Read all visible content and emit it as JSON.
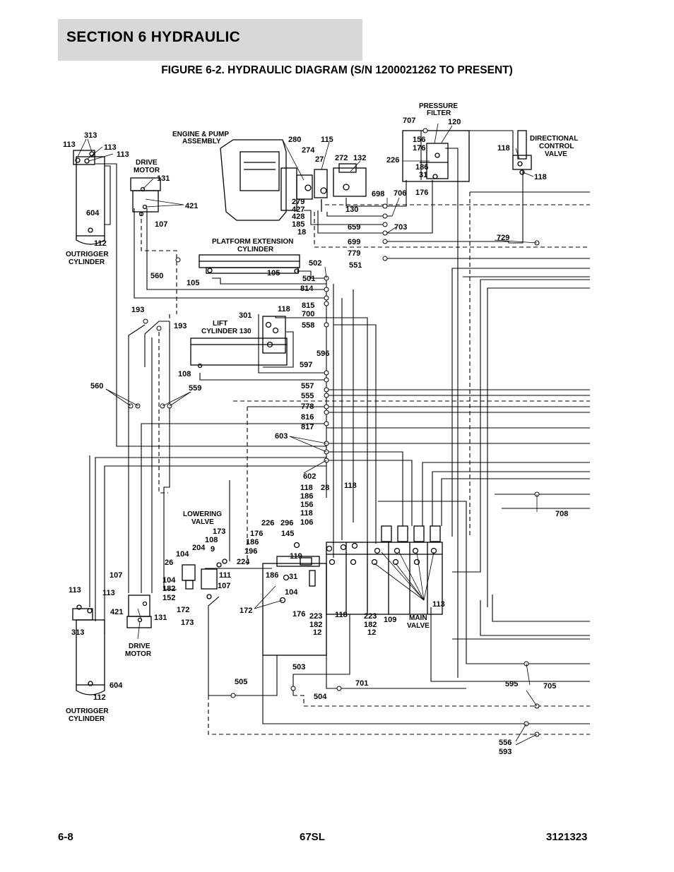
{
  "section_header": "SECTION 6   HYDRAULIC",
  "figure_title": "FIGURE 6-2. HYDRAULIC DIAGRAM (S/N 1200021262 TO PRESENT)",
  "footer": {
    "page": "6-8",
    "model": "67SL",
    "doc_number": "3121323"
  },
  "components": {
    "engine_pump": [
      "ENGINE & PUMP",
      "ASSEMBLY"
    ],
    "pressure_filter": [
      "PRESSURE",
      "FILTER"
    ],
    "directional_valve": [
      "DIRECTIONAL",
      "CONTROL",
      "VALVE"
    ],
    "drive_motor_top": [
      "DRIVE",
      "MOTOR"
    ],
    "drive_motor_bottom": [
      "DRIVE",
      "MOTOR"
    ],
    "outrigger_top": [
      "OUTRIGGER",
      "CYLINDER"
    ],
    "outrigger_bottom": [
      "OUTRIGGER",
      "CYLINDER"
    ],
    "platform_extension": [
      "PLATFORM EXTENSION",
      "CYLINDER"
    ],
    "lift_cylinder": [
      "LIFT",
      "CYLINDER 130"
    ],
    "lowering_valve": [
      "LOWERING",
      "VALVE"
    ],
    "main_valve": [
      "MAIN",
      "VALVE"
    ]
  },
  "labels": [
    {
      "id": "L1",
      "text": "313"
    },
    {
      "id": "L2",
      "text": "113"
    },
    {
      "id": "L3",
      "text": "113"
    },
    {
      "id": "L4",
      "text": "113"
    },
    {
      "id": "L5",
      "text": "131"
    },
    {
      "id": "L6",
      "text": "421"
    },
    {
      "id": "L7",
      "text": "107"
    },
    {
      "id": "L8",
      "text": "604"
    },
    {
      "id": "L9",
      "text": "112"
    },
    {
      "id": "L10",
      "text": "280"
    },
    {
      "id": "L11",
      "text": "115"
    },
    {
      "id": "L12",
      "text": "274"
    },
    {
      "id": "L13",
      "text": "27"
    },
    {
      "id": "L14",
      "text": "272"
    },
    {
      "id": "L15",
      "text": "132"
    },
    {
      "id": "L16",
      "text": "707"
    },
    {
      "id": "L17",
      "text": "120"
    },
    {
      "id": "L18",
      "text": "156"
    },
    {
      "id": "L19",
      "text": "176"
    },
    {
      "id": "L20",
      "text": "226"
    },
    {
      "id": "L21",
      "text": "186"
    },
    {
      "id": "L22",
      "text": "31"
    },
    {
      "id": "L23",
      "text": "176"
    },
    {
      "id": "L24",
      "text": "118"
    },
    {
      "id": "L25",
      "text": "118"
    },
    {
      "id": "L26",
      "text": "698"
    },
    {
      "id": "L27",
      "text": "706"
    },
    {
      "id": "L28",
      "text": "279"
    },
    {
      "id": "L29",
      "text": "427"
    },
    {
      "id": "L30",
      "text": "428"
    },
    {
      "id": "L31",
      "text": "185"
    },
    {
      "id": "L32",
      "text": "18"
    },
    {
      "id": "L33",
      "text": "130"
    },
    {
      "id": "L34",
      "text": "659"
    },
    {
      "id": "L35",
      "text": "703"
    },
    {
      "id": "L36",
      "text": "699"
    },
    {
      "id": "L37",
      "text": "729"
    },
    {
      "id": "L38",
      "text": "779"
    },
    {
      "id": "L39",
      "text": "551"
    },
    {
      "id": "L40",
      "text": "502"
    },
    {
      "id": "L41",
      "text": "501"
    },
    {
      "id": "L42",
      "text": "814"
    },
    {
      "id": "L43",
      "text": "560"
    },
    {
      "id": "L44",
      "text": "105"
    },
    {
      "id": "L45",
      "text": "105"
    },
    {
      "id": "L46",
      "text": "815"
    },
    {
      "id": "L47",
      "text": "700"
    },
    {
      "id": "L48",
      "text": "558"
    },
    {
      "id": "L49",
      "text": "301"
    },
    {
      "id": "L50",
      "text": "118"
    },
    {
      "id": "L51",
      "text": "193"
    },
    {
      "id": "L52",
      "text": "193"
    },
    {
      "id": "L53",
      "text": "596"
    },
    {
      "id": "L54",
      "text": "597"
    },
    {
      "id": "L55",
      "text": "108"
    },
    {
      "id": "L56",
      "text": "557"
    },
    {
      "id": "L57",
      "text": "555"
    },
    {
      "id": "L58",
      "text": "778"
    },
    {
      "id": "L59",
      "text": "816"
    },
    {
      "id": "L60",
      "text": "817"
    },
    {
      "id": "L61",
      "text": "560"
    },
    {
      "id": "L62",
      "text": "559"
    },
    {
      "id": "L63",
      "text": "603"
    },
    {
      "id": "L64",
      "text": "602"
    },
    {
      "id": "L65",
      "text": "118"
    },
    {
      "id": "L66",
      "text": "28"
    },
    {
      "id": "L67",
      "text": "118"
    },
    {
      "id": "L68",
      "text": "186"
    },
    {
      "id": "L69",
      "text": "156"
    },
    {
      "id": "L70",
      "text": "118"
    },
    {
      "id": "L71",
      "text": "106"
    },
    {
      "id": "L72",
      "text": "708"
    },
    {
      "id": "L73",
      "text": "173"
    },
    {
      "id": "L74",
      "text": "108"
    },
    {
      "id": "L75",
      "text": "9"
    },
    {
      "id": "L76",
      "text": "204"
    },
    {
      "id": "L77",
      "text": "104"
    },
    {
      "id": "L78",
      "text": "26"
    },
    {
      "id": "L79",
      "text": "226"
    },
    {
      "id": "L80",
      "text": "296"
    },
    {
      "id": "L81",
      "text": "145"
    },
    {
      "id": "L82",
      "text": "176"
    },
    {
      "id": "L83",
      "text": "186"
    },
    {
      "id": "L84",
      "text": "196"
    },
    {
      "id": "L85",
      "text": "224"
    },
    {
      "id": "L86",
      "text": "119"
    },
    {
      "id": "L87",
      "text": "111"
    },
    {
      "id": "L88",
      "text": "107"
    },
    {
      "id": "L89",
      "text": "104"
    },
    {
      "id": "L90",
      "text": "182"
    },
    {
      "id": "L91",
      "text": "152"
    },
    {
      "id": "L92",
      "text": "186"
    },
    {
      "id": "L93",
      "text": "31"
    },
    {
      "id": "L94",
      "text": "104"
    },
    {
      "id": "L95",
      "text": "107"
    },
    {
      "id": "L96",
      "text": "113"
    },
    {
      "id": "L97",
      "text": "113"
    },
    {
      "id": "L98",
      "text": "421"
    },
    {
      "id": "L99",
      "text": "131"
    },
    {
      "id": "L100",
      "text": "313"
    },
    {
      "id": "L101",
      "text": "172"
    },
    {
      "id": "L102",
      "text": "173"
    },
    {
      "id": "L103",
      "text": "172"
    },
    {
      "id": "L104",
      "text": "176"
    },
    {
      "id": "L105",
      "text": "223"
    },
    {
      "id": "L106",
      "text": "182"
    },
    {
      "id": "L107",
      "text": "12"
    },
    {
      "id": "L108",
      "text": "118"
    },
    {
      "id": "L109",
      "text": "223"
    },
    {
      "id": "L110",
      "text": "182"
    },
    {
      "id": "L111",
      "text": "12"
    },
    {
      "id": "L112",
      "text": "109"
    },
    {
      "id": "L113",
      "text": "113"
    },
    {
      "id": "L114",
      "text": "604"
    },
    {
      "id": "L115",
      "text": "112"
    },
    {
      "id": "L116",
      "text": "503"
    },
    {
      "id": "L117",
      "text": "505"
    },
    {
      "id": "L118",
      "text": "504"
    },
    {
      "id": "L119",
      "text": "701"
    },
    {
      "id": "L120",
      "text": "595"
    },
    {
      "id": "L121",
      "text": "705"
    },
    {
      "id": "L122",
      "text": "556"
    },
    {
      "id": "L123",
      "text": "593"
    }
  ]
}
